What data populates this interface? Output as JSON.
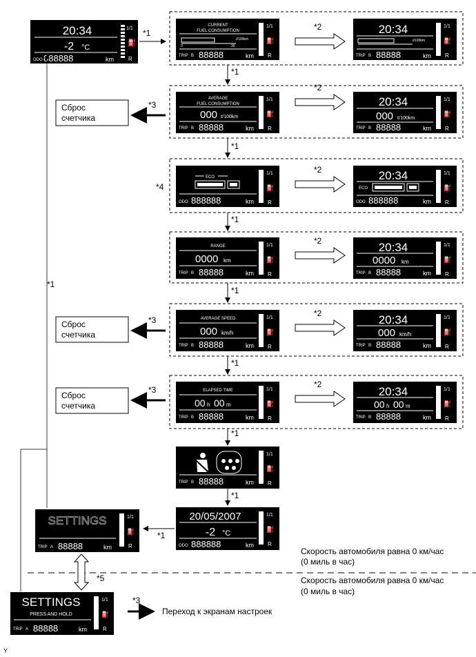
{
  "labels": {
    "star1": "*1",
    "star2": "*2",
    "star3": "*3",
    "star4": "*4",
    "star5": "*5"
  },
  "reset_box": {
    "line1": "Сброс",
    "line2": "счетчика"
  },
  "speed_note": {
    "line1": "Скорость автомобиля равна 0 км/час",
    "line2": "(0 миль в час)"
  },
  "goto_settings": "Переход к экранам настроек",
  "footer_letter": "Y",
  "lcd": {
    "clock": "20:34",
    "temp": "-2",
    "temp_unit": "°C",
    "odo_label": "ODO",
    "odo_value": "888888",
    "km": "km",
    "trip_label": "TRIP",
    "trip_letter_a": "A",
    "trip_letter_b": "B",
    "trip_value": "88888",
    "gear_r": "R",
    "fuel_full": "1/1",
    "current_fc_line1": "CURRENT",
    "current_fc_line2": "FUEL CONSUMPTION",
    "fc_unit": "ℓ/100km",
    "scale_0": "0",
    "scale_max": "30",
    "average_fc_line1": "AVERAGE",
    "average_fc_line2": "FUEL CONSUMPTION",
    "avg_fc_value": "000",
    "eco": "ECO",
    "range": "RANGE",
    "range_value": "0000",
    "range_unit": "km",
    "average_speed": "AVERAGE SPEED",
    "avg_speed_value": "000",
    "speed_unit": "km/h",
    "elapsed_time": "ELAPSED TIME",
    "elapsed_h": "00",
    "elapsed_h_unit": "h",
    "elapsed_m": "00",
    "elapsed_m_unit": "m",
    "date": "20/05/2007",
    "settings": "SETTINGS",
    "press_and_hold": "PRESS AND HOLD"
  }
}
